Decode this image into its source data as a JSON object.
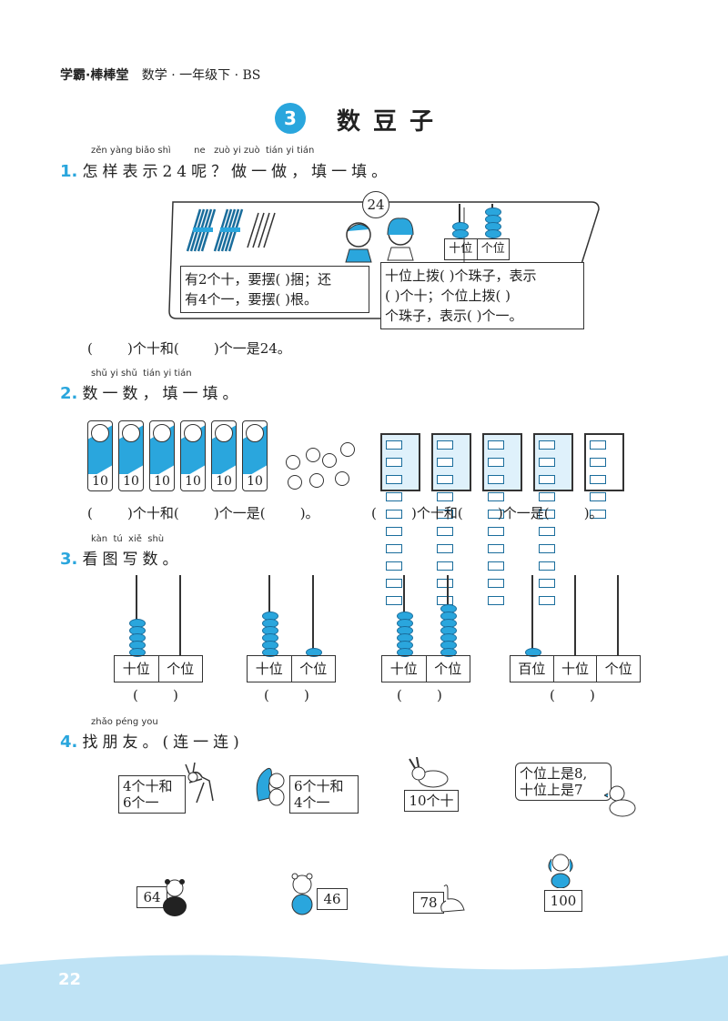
{
  "header": {
    "brand": "学霸·棒棒堂",
    "subtitle": "数学 · 一年级下 · BS"
  },
  "lesson": {
    "number": "3",
    "title": "数豆子"
  },
  "q1": {
    "number": "1.",
    "pinyin": "zěn yàng biǎo shì        ne   zuò yi zuò  tián yi tián",
    "text": "怎样表示24呢？做一做，填一填。",
    "circle_number": "24",
    "left_bubble_line1": "有2个十，要摆(    )捆；还",
    "left_bubble_line2": "有4个一，要摆(    )根。",
    "right_bubble_line1": "十位上拨(    )个珠子，表示",
    "right_bubble_line2": "(    )个十；个位上拨(    )",
    "right_bubble_line3": "个珠子，表示(    )个一。",
    "abacus_tens": "十位",
    "abacus_ones": "个位",
    "answer_line": "(        )个十和(        )个一是24。"
  },
  "q2": {
    "number": "2.",
    "pinyin": "shǔ yi shǔ  tián yi tián",
    "text": "数一数，填一填。",
    "tube_label": "10",
    "answer_left": "(        )个十和(        )个一是(        )。",
    "answer_right": "(        )个十和(        )个一是(        )。"
  },
  "q3": {
    "number": "3.",
    "pinyin": "kàn  tú  xiě  shù",
    "text": "看图写数。",
    "tens": "十位",
    "ones": "个位",
    "hundreds": "百位",
    "blank": "(        )"
  },
  "q4": {
    "number": "4.",
    "pinyin": "zhǎo péng you",
    "text": "找朋友。(连一连)",
    "card_a_line1": "4个十和",
    "card_a_line2": "6个一",
    "card_b_line1": "6个十和",
    "card_b_line2": "4个一",
    "card_c": "10个十",
    "card_d_line1": "个位上是8,",
    "card_d_line2": "十位上是7",
    "num_1": "64",
    "num_2": "46",
    "num_3": "78",
    "num_4": "100"
  },
  "footer": {
    "page": "22"
  },
  "colors": {
    "accent": "#2aa6dd",
    "wave": "#bfe3f5"
  }
}
